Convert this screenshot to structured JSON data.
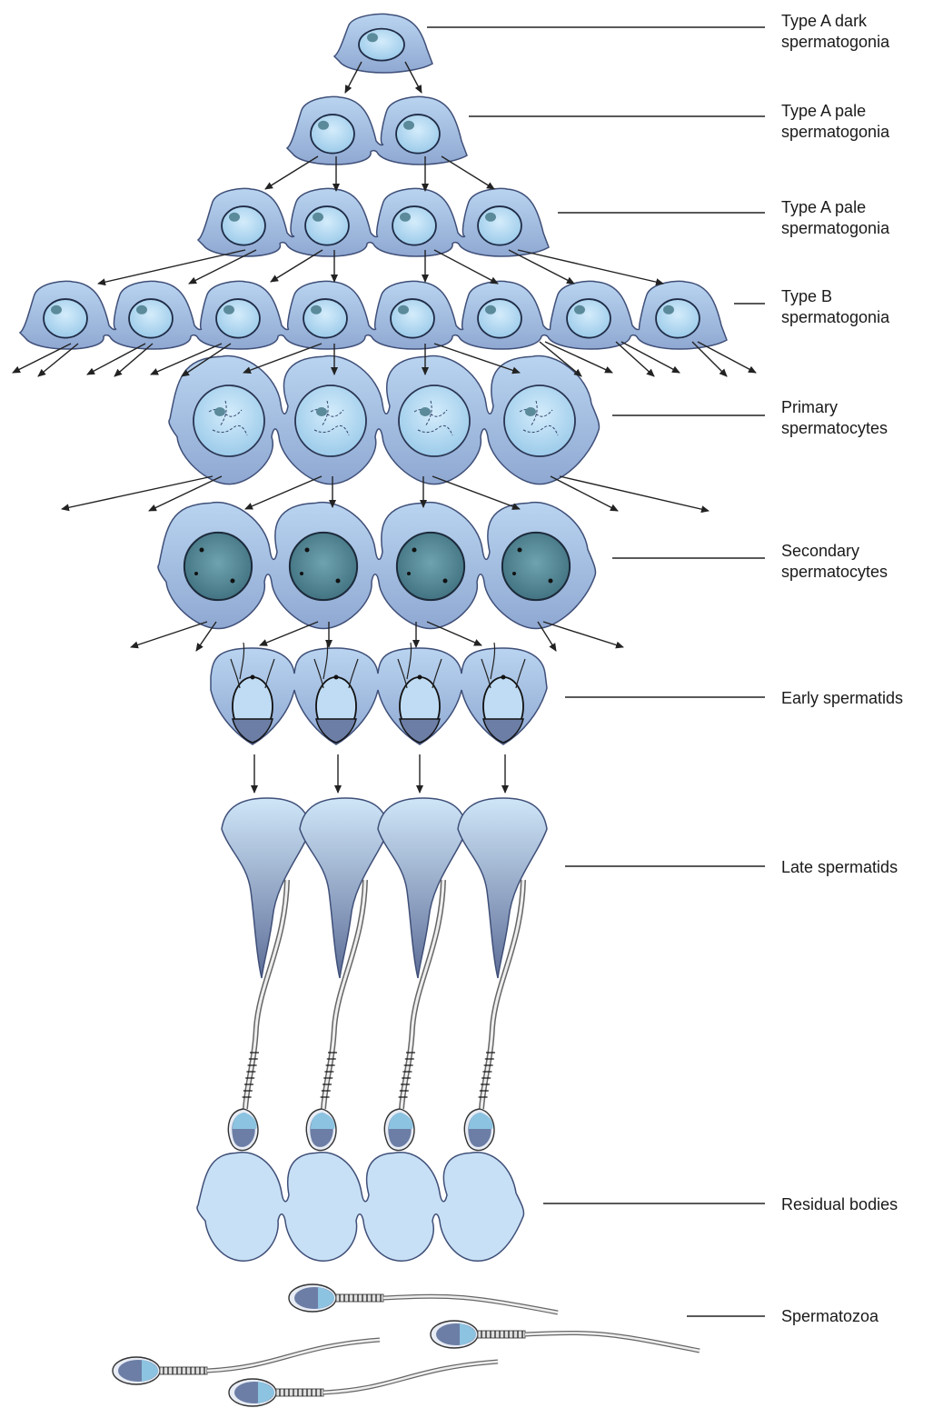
{
  "stages": [
    {
      "label": "Type A dark\nspermatogonia"
    },
    {
      "label": "Type A pale\nspermatogonia"
    },
    {
      "label": "Type A pale\nspermatogonia"
    },
    {
      "label": "Type B\nspermatogonia"
    },
    {
      "label": "Primary\nspermatocytes"
    },
    {
      "label": "Secondary\nspermatocytes"
    },
    {
      "label": "Early spermatids"
    },
    {
      "label": "Late spermatids"
    },
    {
      "label": "Residual bodies"
    },
    {
      "label": "Spermatozoa"
    }
  ],
  "colors": {
    "cell_fill": "#a9c6ea",
    "cell_light": "#c8e0f5",
    "cell_edge": "#3f4f78",
    "nucleus_dark": "#5b8a9a",
    "acrosome": "#6c7ea6",
    "line": "#222222"
  }
}
